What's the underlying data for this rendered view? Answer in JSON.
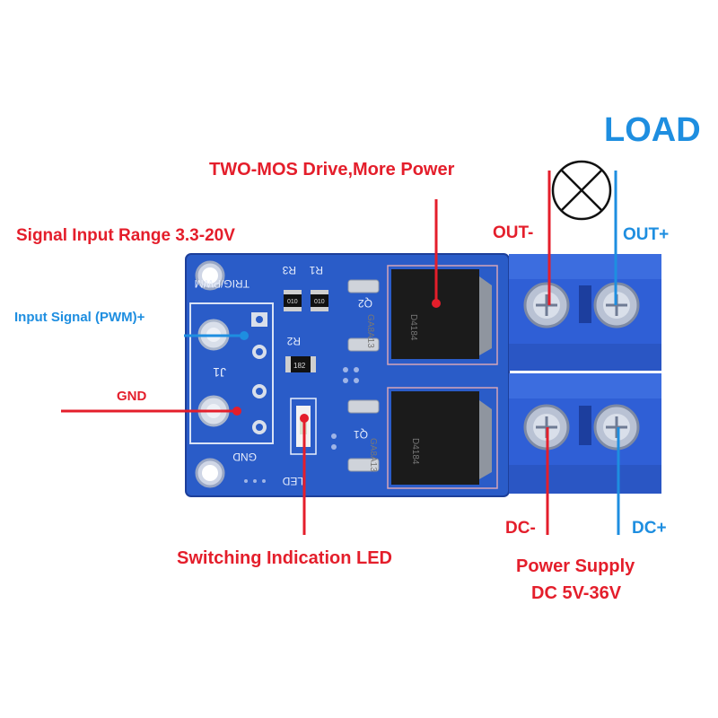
{
  "labels": {
    "load": "LOAD",
    "two_mos": "TWO-MOS Drive,More Power",
    "signal_range": "Signal Input Range 3.3-20V",
    "input_signal": "Input Signal (PWM)+",
    "gnd": "GND",
    "out_minus": "OUT-",
    "out_plus": "OUT+",
    "dc_minus": "DC-",
    "dc_plus": "DC+",
    "switching_led": "Switching Indication LED",
    "power_supply_line1": "Power Supply",
    "power_supply_line2": "DC 5V-36V"
  },
  "silkscreen": {
    "trig_pwm": "TRIG/PWM",
    "r1": "R1",
    "r3": "R3",
    "r2": "R2",
    "q2": "Q2",
    "q1": "Q1",
    "j1": "J1",
    "gnd": "GND",
    "led": "LED",
    "r1_value": "010",
    "r3_value": "010",
    "r2_value": "182",
    "mos_top_code": "GA8A13",
    "mos_top_part": "D4184",
    "mos_bottom_code": "GA8A13",
    "mos_bottom_part": "D4184"
  },
  "colors": {
    "red": "#e41e2b",
    "blue": "#1e8ee0",
    "pcb": "#2a5cc8",
    "terminal": "#2f5fd6",
    "mosfet": "#1b1b1b"
  }
}
